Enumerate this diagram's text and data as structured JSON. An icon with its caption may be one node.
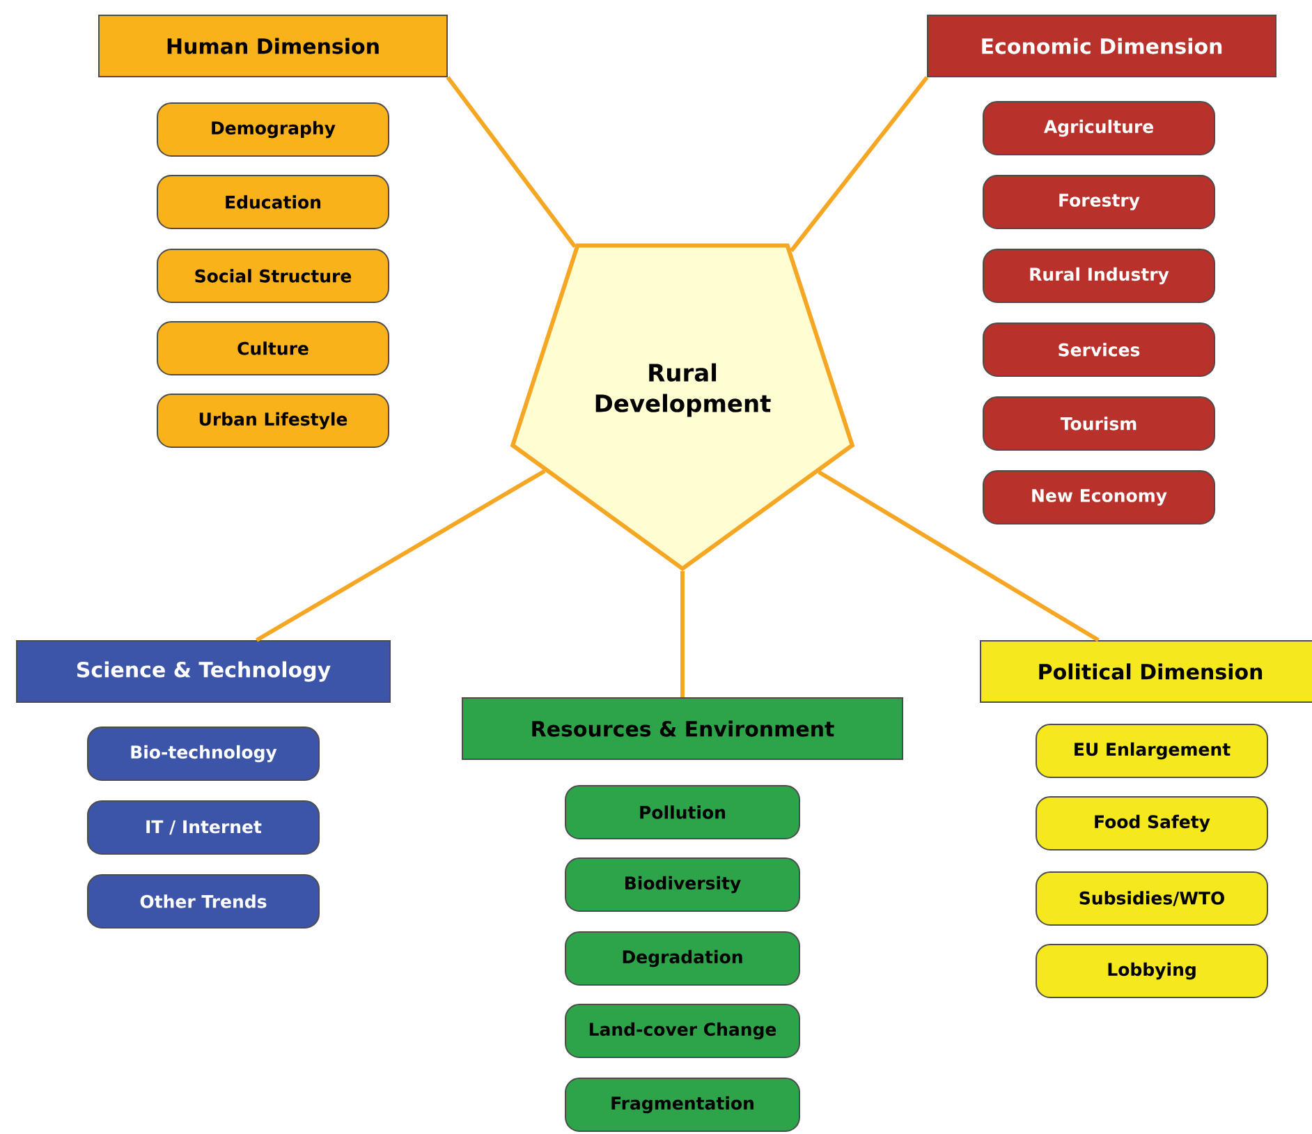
{
  "diagram": {
    "nodes": [
      {
        "text": [
          "Rural Development"
        ]
      },
      {
        "text": [
          "Human Dimension"
        ]
      },
      {
        "text": [
          "Demography"
        ]
      },
      {
        "text": [
          "Education"
        ]
      },
      {
        "text": [
          "Social Structure"
        ]
      },
      {
        "text": [
          "Culture"
        ]
      },
      {
        "text": [
          "Urban Lifestyle"
        ]
      },
      {
        "text": [
          "Economic Dimension"
        ]
      },
      {
        "text": [
          "Agriculture"
        ]
      },
      {
        "text": [
          "Forestry"
        ]
      },
      {
        "text": [
          "Rural Industry"
        ]
      },
      {
        "text": [
          "Services"
        ]
      },
      {
        "text": [
          "Tourism"
        ]
      },
      {
        "text": [
          "New Economy"
        ]
      },
      {
        "text": [
          "Science & Technology"
        ]
      },
      {
        "text": [
          "Bio-technology"
        ]
      },
      {
        "text": [
          "IT / Internet"
        ]
      },
      {
        "text": [
          "Other Trends"
        ]
      },
      {
        "text": [
          "Resources & Environment"
        ]
      },
      {
        "text": [
          "Pollution"
        ]
      },
      {
        "text": [
          "Biodiversity"
        ]
      },
      {
        "text": [
          "Degradation"
        ]
      },
      {
        "text": [
          "Land-cover Change"
        ]
      },
      {
        "text": [
          "Fragmentation"
        ]
      },
      {
        "text": [
          "Political Dimension"
        ]
      },
      {
        "text": [
          "EU Enlargement"
        ]
      },
      {
        "text": [
          "Food Safety"
        ]
      },
      {
        "text": [
          "Subsidies/WTO"
        ]
      },
      {
        "text": [
          "Lobbying"
        ]
      }
    ],
    "edges": [
      {
        "from": 0,
        "to": 1,
        "arrow": "none"
      },
      {
        "from": 0,
        "to": 7,
        "arrow": "none"
      },
      {
        "from": 0,
        "to": 14,
        "arrow": "none"
      },
      {
        "from": 0,
        "to": 18,
        "arrow": "none"
      },
      {
        "from": 0,
        "to": 24,
        "arrow": "none"
      }
    ]
  }
}
